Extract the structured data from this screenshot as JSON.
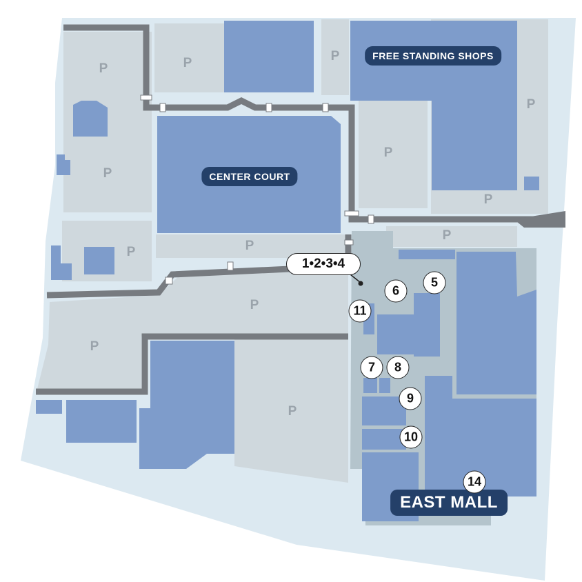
{
  "map": {
    "labels": {
      "free_standing_shops": "FREE STANDING SHOPS",
      "center_court": "CENTER COURT",
      "east_mall": "EAST MALL"
    },
    "parking_label": "P",
    "markers": [
      "1•2•3•4",
      "5",
      "6",
      "7",
      "8",
      "9",
      "10",
      "11",
      "14"
    ],
    "colors": {
      "ground": "#dce9f1",
      "parking": "#cfd8dd",
      "building": "#7e9ccb",
      "mall_area": "#b4c4cc",
      "walkway": "#777b80",
      "label_bg": "#244069"
    }
  }
}
